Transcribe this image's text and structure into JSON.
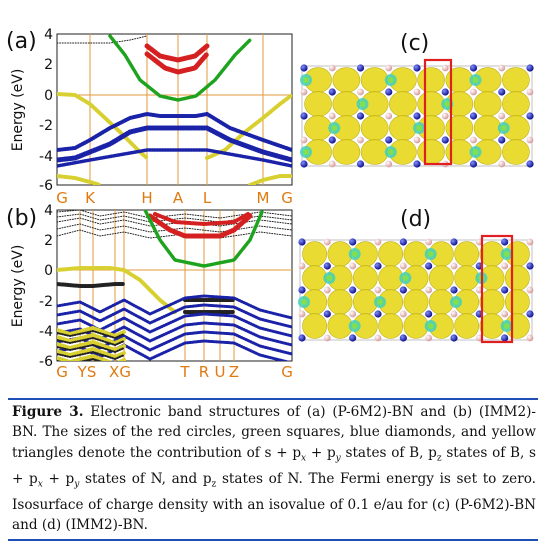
{
  "panels": {
    "a": {
      "label": "(a)",
      "ylabel": "Energy (eV)",
      "yticks": [
        "4",
        "2",
        "0",
        "-2",
        "-4",
        "-6"
      ],
      "kpoints": [
        "G",
        "K",
        "H",
        "A",
        "L",
        "M",
        "G"
      ]
    },
    "b": {
      "label": "(b)",
      "ylabel": "Energy (eV)",
      "yticks": [
        "4",
        "2",
        "0",
        "-2",
        "-4",
        "-6"
      ],
      "kpoints": [
        "G",
        "YS",
        "XG",
        "T",
        "R",
        "U",
        "Z",
        "G"
      ]
    },
    "c": {
      "label": "(c)"
    },
    "d": {
      "label": "(d)"
    }
  },
  "colors": {
    "s_px_py_B": "#d42020",
    "pz_B": "#1ea31e",
    "s_px_py_N": "#1a22a8",
    "pz_N": "#d8d030",
    "kline": "#e09a3c",
    "fermi": "#e09a3c",
    "rule": "#1f4fb5",
    "highlight": "#e02020"
  },
  "caption": {
    "figure_label": "Figure 3.",
    "t1": " Electronic band structures of (a) (P-6M2)-BN and (b) (IMM2)-BN. The sizes of the red circles, green squares, blue diamonds, and yellow triangles denote the contribution of s + p",
    "t2": " + p",
    "t3": " states of B, p",
    "t4": " states of B, s + p",
    "t5": " + p",
    "t6": " states of N, and p",
    "t7": " states of N. The Fermi energy is set to zero. Isosurface of charge density with an isovalue of 0.1 e/au for (c) (P-6M2)-BN and (d) (IMM2)-BN.",
    "sub_x": "x",
    "sub_y": "y",
    "sub_z": "z"
  }
}
